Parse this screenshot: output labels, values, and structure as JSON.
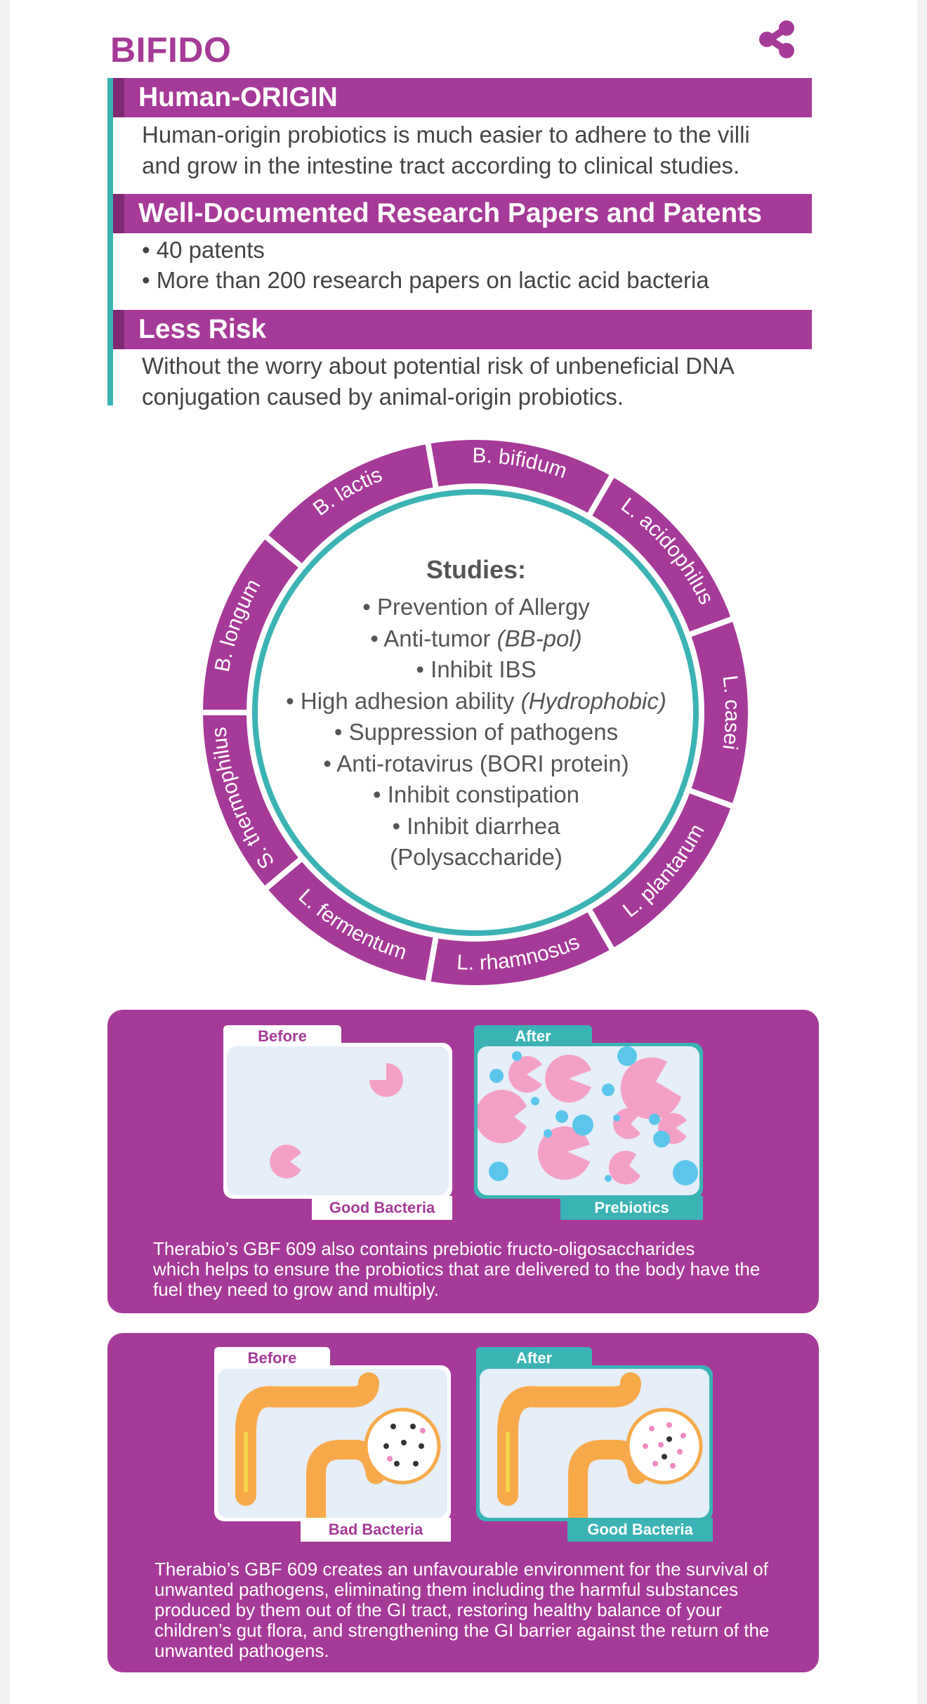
{
  "brand": "BIFIDO",
  "icons": {
    "share": "share-icon"
  },
  "colors": {
    "accent": "#a63a98",
    "teal": "#3bb3b5",
    "pink": "#f4a0c6",
    "blue": "#5bc6ec",
    "orange": "#f7a94a"
  },
  "sections": [
    {
      "heading": "Human-ORIGIN",
      "text_lines": [
        "Human-origin probiotics is much easier to adhere to the villi",
        "and grow in the intestine tract according to clinical studies."
      ]
    },
    {
      "heading": "Well-Documented Research Papers and Patents",
      "bullets": [
        "40 patents",
        "More than 200 research papers on lactic acid bacteria"
      ]
    },
    {
      "heading": "Less Risk",
      "text_lines": [
        "Without the worry about potential risk of unbeneficial DNA",
        "conjugation caused by animal-origin probiotics."
      ]
    }
  ],
  "strains": [
    "B. bifidum",
    "L. acidophilus",
    "L. casei",
    "L. plantarum",
    "L. rhamnosus",
    "L. fermentum",
    "S. thermophilus",
    "B. longum",
    "B. lactis"
  ],
  "studies": {
    "title": "Studies:",
    "items": [
      {
        "text": "Prevention of Allergy",
        "note": ""
      },
      {
        "text": "Anti-tumor ",
        "note": "(BB-pol)"
      },
      {
        "text": "Inhibit IBS",
        "note": ""
      },
      {
        "text": "High adhesion ability ",
        "note": "(Hydrophobic)"
      },
      {
        "text": "Suppression of  pathogens",
        "note": ""
      },
      {
        "text": "Anti-rotavirus (BORI protein)",
        "note": ""
      },
      {
        "text": "Inhibit constipation",
        "note": ""
      },
      {
        "text": "Inhibit diarrhea",
        "note": ""
      }
    ],
    "tail": "(Polysaccharide)"
  },
  "panel1": {
    "before_label": "Before",
    "after_label": "After",
    "before_caption": "Good Bacteria",
    "after_caption": "Prebiotics",
    "text_lines": [
      "Therabio’s  GBF  609  also  contains  prebiotic  fructo-oligosaccharides",
      "which helps to ensure the probiotics that are delivered to the body have the",
      "fuel they need to grow and multiply."
    ]
  },
  "panel2": {
    "before_label": "Before",
    "after_label": "After",
    "before_caption": "Bad Bacteria",
    "after_caption": "Good Bacteria",
    "text_lines": [
      "Therabio’s GBF 609 creates an unfavourable environment for the survival of",
      "unwanted pathogens, eliminating them including the harmful substances",
      "produced by them out of the GI tract, restoring healthy balance of your",
      "children’s gut flora, and strengthening the GI barrier against the return of the",
      "unwanted pathogens."
    ]
  }
}
